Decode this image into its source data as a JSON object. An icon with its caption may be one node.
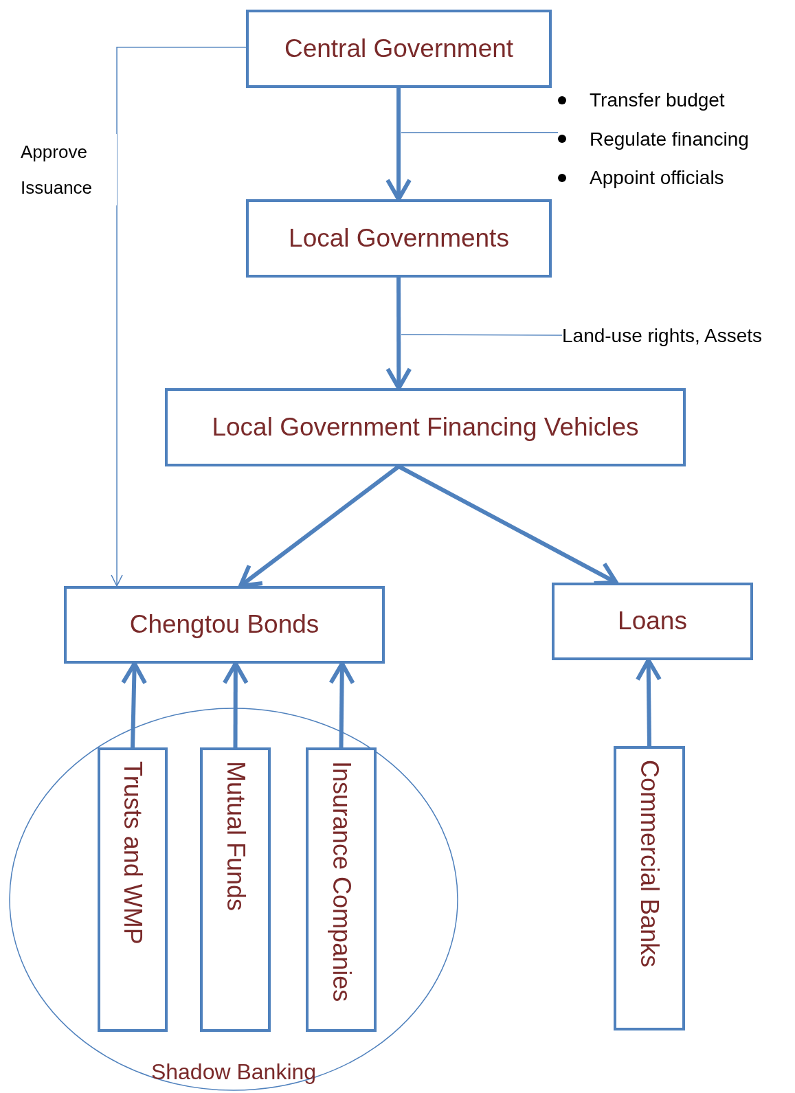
{
  "diagram": {
    "nodes": [
      {
        "text": [
          "Central Government"
        ]
      },
      {
        "text": [
          "Local Governments"
        ]
      },
      {
        "text": [
          "Local Government Financing Vehicles"
        ]
      },
      {
        "text": [
          "Chengtou Bonds"
        ]
      },
      {
        "text": [
          "Loans"
        ]
      },
      {
        "text": [
          "Shadow Banking"
        ]
      },
      {
        "text": [
          "Trusts and WMP"
        ],
        "in": 5
      },
      {
        "text": [
          "Mutual Funds"
        ],
        "in": 5
      },
      {
        "text": [
          "Insurance Companies"
        ],
        "in": 5
      },
      {
        "text": [
          "Commercial Banks"
        ]
      },
      {
        "text": [
          "Transfer budget",
          "Regulate financing",
          "Appoint officials"
        ]
      },
      {
        "text": [
          "Land-use rights, Assets"
        ]
      }
    ],
    "edges": [
      {
        "from": 0,
        "to": 1,
        "arrow": "to"
      },
      {
        "from": 1,
        "to": 2,
        "arrow": "to"
      },
      {
        "from": 2,
        "to": 3,
        "arrow": "to"
      },
      {
        "from": 2,
        "to": 4,
        "arrow": "to"
      },
      {
        "from": 6,
        "to": 3,
        "arrow": "to"
      },
      {
        "from": 7,
        "to": 3,
        "arrow": "to"
      },
      {
        "from": 8,
        "to": 3,
        "arrow": "to"
      },
      {
        "from": 9,
        "to": 4,
        "arrow": "to"
      },
      {
        "from": 0,
        "to": 3,
        "arrow": "to",
        "label": "Approve Issuance"
      },
      {
        "from": 10,
        "to": null,
        "arrow": "none"
      },
      {
        "from": 11,
        "to": null,
        "arrow": "none"
      }
    ]
  }
}
